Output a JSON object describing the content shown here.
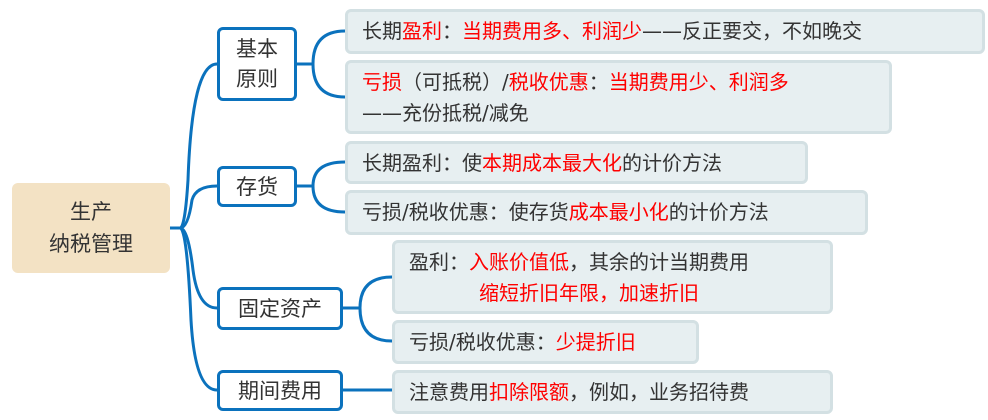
{
  "root": {
    "line1": "生产",
    "line2": "纳税管理"
  },
  "branches": [
    {
      "line1": "基本",
      "line2": "原则"
    },
    {
      "label": "存货"
    },
    {
      "label": "固定资产"
    },
    {
      "label": "期间费用"
    }
  ],
  "leaves": [
    {
      "segments": [
        {
          "t": "长期"
        },
        {
          "t": "盈利",
          "red": true
        },
        {
          "t": "："
        },
        {
          "t": "当期费用多、利润少",
          "red": true
        },
        {
          "t": "——反正要交，不如晚交"
        }
      ]
    },
    {
      "segments": [
        {
          "t": "亏损",
          "red": true
        },
        {
          "t": "（可抵税）/"
        },
        {
          "t": "税收优惠",
          "red": true
        },
        {
          "t": "："
        },
        {
          "t": "当期费用少、利润多",
          "red": true
        }
      ],
      "line2": "——充份抵税/减免"
    },
    {
      "segments": [
        {
          "t": "长期盈利：使"
        },
        {
          "t": "本期成本最大化",
          "red": true
        },
        {
          "t": "的计价方法"
        }
      ]
    },
    {
      "segments": [
        {
          "t": "亏损/税收优惠：使存货"
        },
        {
          "t": "成本最小化",
          "red": true
        },
        {
          "t": "的计价方法"
        }
      ]
    },
    {
      "segments": [
        {
          "t": "盈利："
        },
        {
          "t": "入账价值低",
          "red": true
        },
        {
          "t": "，其余的计当期费用"
        }
      ],
      "line2": "缩短折旧年限，加速折旧"
    },
    {
      "segments": [
        {
          "t": "亏损/税收优惠："
        },
        {
          "t": "少提折旧",
          "red": true
        }
      ]
    },
    {
      "segments": [
        {
          "t": "注意费用"
        },
        {
          "t": "扣除限额",
          "red": true
        },
        {
          "t": "，例如，业务招待费"
        }
      ]
    }
  ],
  "colors": {
    "line": "#0b72bd",
    "highlight": "#ff0000",
    "root_fill": "#f3e2c4",
    "leaf_fill": "#e7eff1"
  }
}
